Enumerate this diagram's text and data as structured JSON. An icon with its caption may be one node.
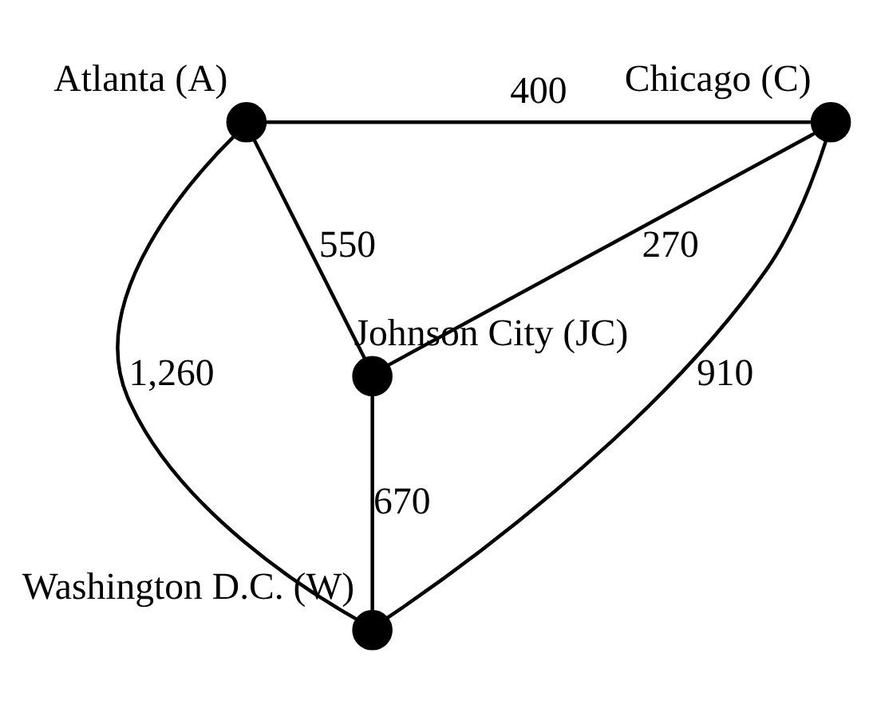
{
  "diagram": {
    "nodes": [
      {
        "text": [
          "Atlanta (A)"
        ]
      },
      {
        "text": [
          "Chicago (C)"
        ]
      },
      {
        "text": [
          "Johnson City (JC)"
        ]
      },
      {
        "text": [
          "Washington D.C. (W)"
        ]
      }
    ],
    "edges": [
      {
        "from": 0,
        "to": 1,
        "arrow": "none",
        "label": "400"
      },
      {
        "from": 0,
        "to": 2,
        "arrow": "none",
        "label": "550"
      },
      {
        "from": 1,
        "to": 2,
        "arrow": "none",
        "label": "270"
      },
      {
        "from": 1,
        "to": 3,
        "arrow": "none",
        "label": "910"
      },
      {
        "from": 2,
        "to": 3,
        "arrow": "none",
        "label": "670"
      },
      {
        "from": 0,
        "to": 3,
        "arrow": "none",
        "label": "1,260"
      }
    ]
  }
}
